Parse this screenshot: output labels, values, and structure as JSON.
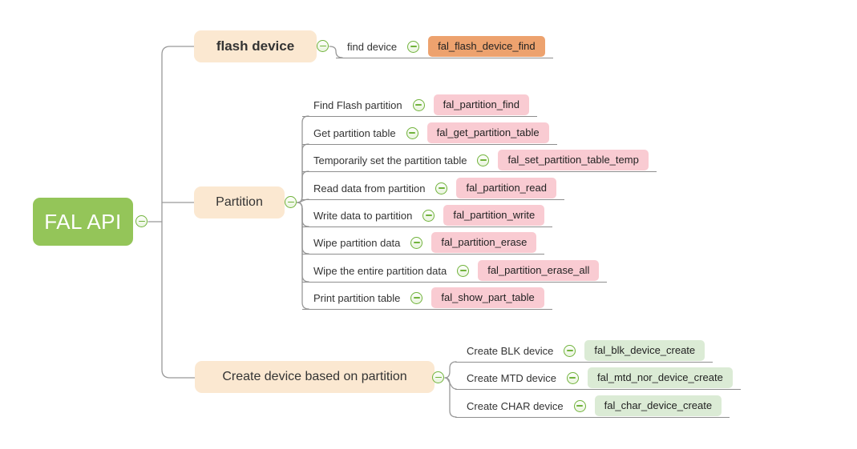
{
  "root": {
    "label": "FAL API"
  },
  "branches": [
    {
      "label": "flash device",
      "children": [
        {
          "label": "find device",
          "api": "fal_flash_device_find"
        }
      ]
    },
    {
      "label": "Partition",
      "children": [
        {
          "label": "Find Flash partition",
          "api": "fal_partition_find"
        },
        {
          "label": "Get partition table",
          "api": "fal_get_partition_table"
        },
        {
          "label": "Temporarily set the partition table",
          "api": "fal_set_partition_table_temp"
        },
        {
          "label": "Read data from partition",
          "api": "fal_partition_read"
        },
        {
          "label": "Write data to partition",
          "api": "fal_partition_write"
        },
        {
          "label": "Wipe partition data",
          "api": "fal_partition_erase"
        },
        {
          "label": "Wipe the entire partition data",
          "api": "fal_partition_erase_all"
        },
        {
          "label": "Print partition table",
          "api": "fal_show_part_table"
        }
      ]
    },
    {
      "label": "Create device based on partition",
      "children": [
        {
          "label": "Create BLK device",
          "api": "fal_blk_device_create"
        },
        {
          "label": "Create MTD device",
          "api": "fal_mtd_nor_device_create"
        },
        {
          "label": "Create CHAR device",
          "api": "fal_char_device_create"
        }
      ]
    }
  ],
  "icons": {
    "collapse": "minus-circle-icon"
  },
  "colors": {
    "root_fill": "#94C559",
    "branch_fill": "#FBE8D1",
    "leaf_flash_fill": "#EDA26E",
    "leaf_partition_fill": "#F9CBD2",
    "leaf_create_fill": "#DBEBD5",
    "connector_line": "#999999",
    "collapse_icon_green": "#71B33C"
  }
}
